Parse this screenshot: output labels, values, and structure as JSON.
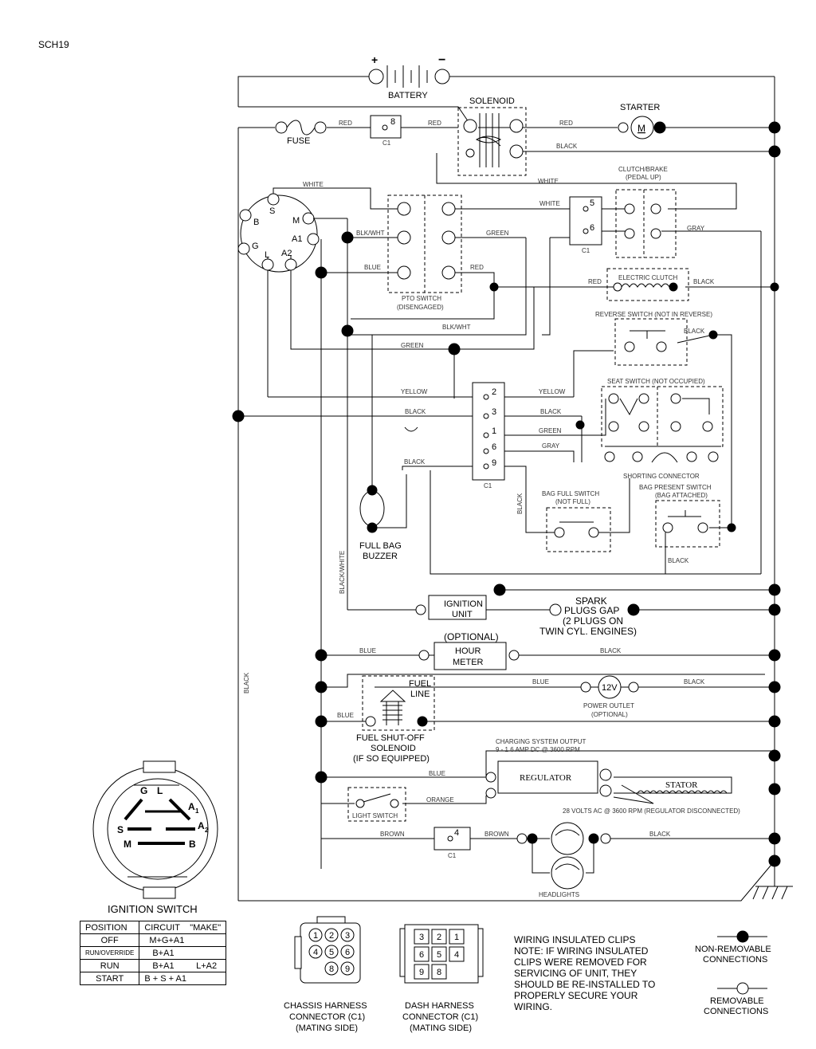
{
  "doc_id": "SCH19",
  "labels": {
    "battery": "BATTERY",
    "solenoid": "SOLENOID",
    "starter": "STARTER",
    "motor": "M",
    "fuse": "FUSE",
    "clutch_brake": "CLUTCH/BRAKE",
    "pedal_up": "(PEDAL UP)",
    "pto_switch": "PTO SWITCH",
    "pto_disengaged": "(DISENGAGED)",
    "electric_clutch": "ELECTRIC CLUTCH",
    "reverse_switch": "REVERSE SWITCH (NOT IN REVERSE)",
    "seat_switch": "SEAT SWITCH (NOT OCCUPIED)",
    "shorting_connector": "SHORTING CONNECTOR",
    "bag_full_switch": "BAG FULL SWITCH",
    "not_full": "(NOT FULL)",
    "bag_present_switch": "BAG PRESENT SWITCH",
    "bag_attached": "(BAG ATTACHED)",
    "full_bag": "FULL BAG",
    "buzzer": "BUZZER",
    "ignition_unit_1": "IGNITION",
    "ignition_unit_2": "UNIT",
    "spark_1": "SPARK",
    "spark_2": "PLUGS GAP",
    "spark_3": "(2 PLUGS ON",
    "spark_4": "TWIN CYL. ENGINES)",
    "optional": "(OPTIONAL)",
    "hour_meter_1": "HOUR",
    "hour_meter_2": "METER",
    "fuel_line_1": "FUEL",
    "fuel_line_2": "LINE",
    "power_outlet": "POWER OUTLET",
    "power_outlet_opt": "(OPTIONAL)",
    "volt12": "12V",
    "fuel_sol_1": "FUEL SHUT-OFF",
    "fuel_sol_2": "SOLENOID",
    "fuel_sol_3": "(IF SO EQUIPPED)",
    "charging_1": "CHARGING SYSTEM OUTPUT",
    "charging_2": "9 - 1 6 AMP DC @ 3600 RPM",
    "regulator": "REGULATOR",
    "stator": "STATOR",
    "ac_note": "28 VOLTS AC @ 3600 RPM (REGULATOR DISCONNECTED)",
    "light_switch": "LIGHT SWITCH",
    "headlights": "HEADLIGHTS",
    "ignition_switch": "IGNITION SWITCH",
    "c1": "C1"
  },
  "wires": {
    "red": "RED",
    "black": "BLACK",
    "white": "WHITE",
    "green": "GREEN",
    "gray": "GRAY",
    "blue": "BLUE",
    "yellow": "YELLOW",
    "blkwht": "BLK/WHT",
    "black_white": "BLACK/WHITE",
    "orange": "ORANGE",
    "brown": "BROWN"
  },
  "terminals": {
    "c1_8": "8",
    "c1_5": "5",
    "c1_6": "6",
    "c1_4": "4",
    "c1_2": "2",
    "c1_3": "3",
    "c1_1": "1",
    "c1_6b": "6",
    "c1_9": "9",
    "ign_b": "B",
    "ign_s": "S",
    "ign_m": "M",
    "ign_a1": "A1",
    "ign_g": "G",
    "ign_l": "L",
    "ign_a2": "A2"
  },
  "ignition_face": {
    "g": "G",
    "l": "L",
    "a1": "A",
    "a1_sub": "1",
    "s": "S",
    "a2": "A",
    "a2_sub": "2",
    "m": "M",
    "b": "B"
  },
  "position_table": {
    "headers": [
      "POSITION",
      "CIRCUIT",
      "\"MAKE\""
    ],
    "rows": [
      [
        "OFF",
        "M+G+A1",
        ""
      ],
      [
        "RUN/OVERRIDE",
        "B+A1",
        ""
      ],
      [
        "RUN",
        "B+A1",
        "L+A2"
      ],
      [
        "START",
        "B + S + A1",
        ""
      ]
    ]
  },
  "connectors": {
    "chassis": {
      "pins": [
        "1",
        "2",
        "3",
        "4",
        "5",
        "6",
        "8",
        "9"
      ],
      "label_1": "CHASSIS HARNESS",
      "label_2": "CONNECTOR (C1)",
      "label_3": "(MATING SIDE)"
    },
    "dash": {
      "pins": [
        "3",
        "2",
        "1",
        "6",
        "5",
        "4",
        "9",
        "8"
      ],
      "label_1": "DASH HARNESS",
      "label_2": "CONNECTOR (C1)",
      "label_3": "(MATING SIDE)"
    }
  },
  "notes": {
    "clips": [
      "WIRING INSULATED CLIPS",
      "NOTE: IF WIRING INSULATED",
      "CLIPS WERE REMOVED FOR",
      "SERVICING OF UNIT, THEY",
      "SHOULD BE RE-INSTALLED TO",
      "PROPERLY SECURE YOUR",
      "WIRING."
    ],
    "non_removable_1": "NON-REMOVABLE",
    "non_removable_2": "CONNECTIONS",
    "removable_1": "REMOVABLE",
    "removable_2": "CONNECTIONS"
  }
}
